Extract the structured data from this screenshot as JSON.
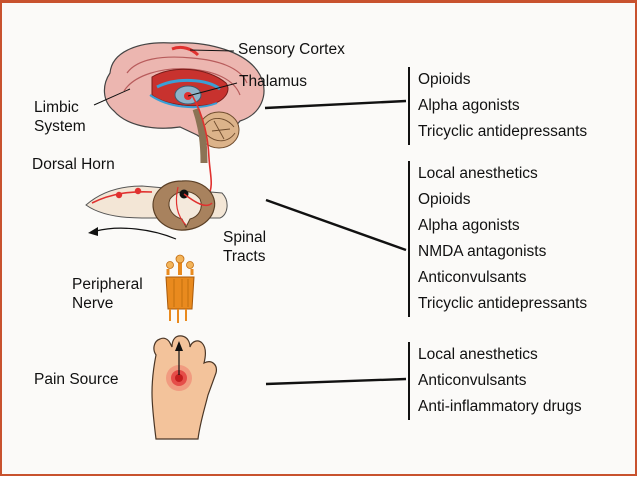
{
  "labels": {
    "sensory_cortex": "Sensory Cortex",
    "thalamus": "Thalamus",
    "limbic_system_1": "Limbic",
    "limbic_system_2": "System",
    "dorsal_horn": "Dorsal Horn",
    "spinal_tracts_1": "Spinal",
    "spinal_tracts_2": "Tracts",
    "peripheral_nerve_1": "Peripheral",
    "peripheral_nerve_2": "Nerve",
    "pain_source": "Pain Source"
  },
  "drug_groups": [
    {
      "items": [
        "Opioids",
        "Alpha agonists",
        "Tricyclic antidepressants"
      ]
    },
    {
      "items": [
        "Local anesthetics",
        "Opioids",
        "Alpha agonists",
        "NMDA antagonists",
        "Anticonvulsants",
        "Tricyclic antidepressants"
      ]
    },
    {
      "items": [
        "Local anesthetics",
        "Anticonvulsants",
        "Anti-inflammatory drugs"
      ]
    }
  ],
  "colors": {
    "frame": "#c8522e",
    "pain": "#e23b3b",
    "nerve": "#e0312f",
    "cortex": "#e9a7a3",
    "spinal_cord": "#a8825e",
    "peripheral_nerve": "#e98a1e",
    "skin": "#f3c39b"
  }
}
